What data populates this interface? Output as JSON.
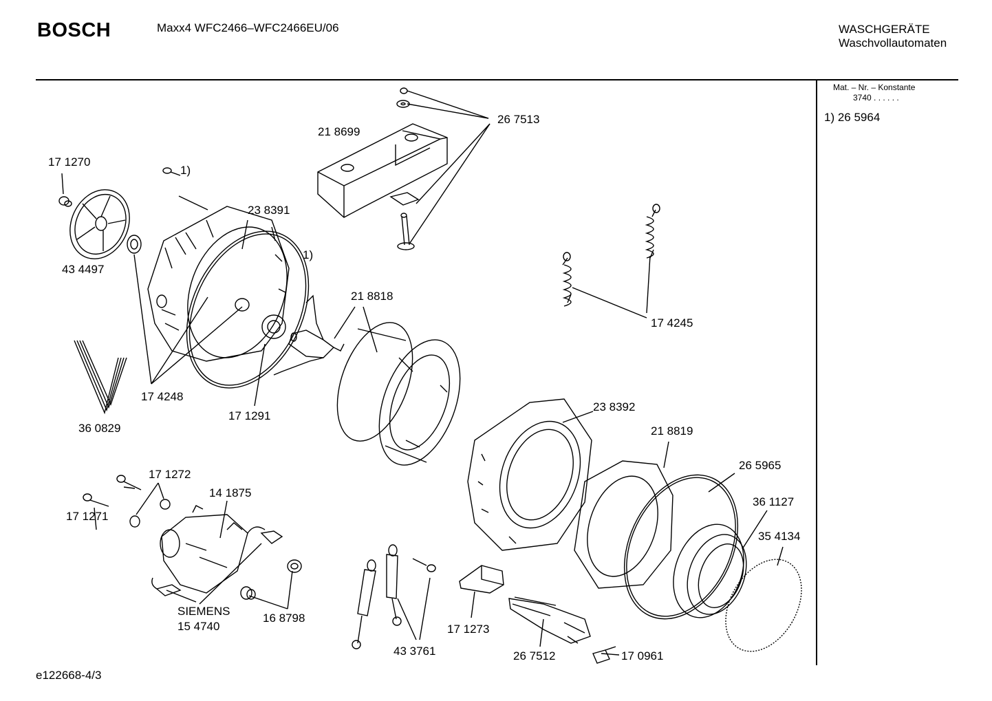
{
  "header": {
    "brand": "BOSCH",
    "model": "Maxx4 WFC2466–WFC2466EU/06",
    "category_line1": "WASCHGERÄTE",
    "category_line2": "Waschvollautomaten"
  },
  "sidebar": {
    "mat_label": "Mat. – Nr. – Konstante",
    "mat_value": "3740 . . . . . .",
    "note": "1) 26 5964"
  },
  "footer": {
    "doc_id": "e122668-4/3"
  },
  "part_labels": {
    "p267513": "26 7513",
    "p218699": "21 8699",
    "p171270": "17 1270",
    "p238391": "23 8391",
    "p434497": "43 4497",
    "p218818": "21 8818",
    "p174245": "17 4245",
    "p174248": "17 4248",
    "p171291": "17 1291",
    "p360829": "36 0829",
    "p238392": "23 8392",
    "p218819": "21 8819",
    "p265965": "26 5965",
    "p361127": "36 1127",
    "p354134": "35 4134",
    "p171272": "17 1272",
    "p141875": "14 1875",
    "p171271": "17 1271",
    "p_siemens": "SIEMENS",
    "p154740": "15 4740",
    "p168798": "16 8798",
    "p433761": "43 3761",
    "p171273": "17 1273",
    "p267512": "26 7512",
    "p170961": "17 0961",
    "fn_a": "1)",
    "fn_b": "1)"
  }
}
